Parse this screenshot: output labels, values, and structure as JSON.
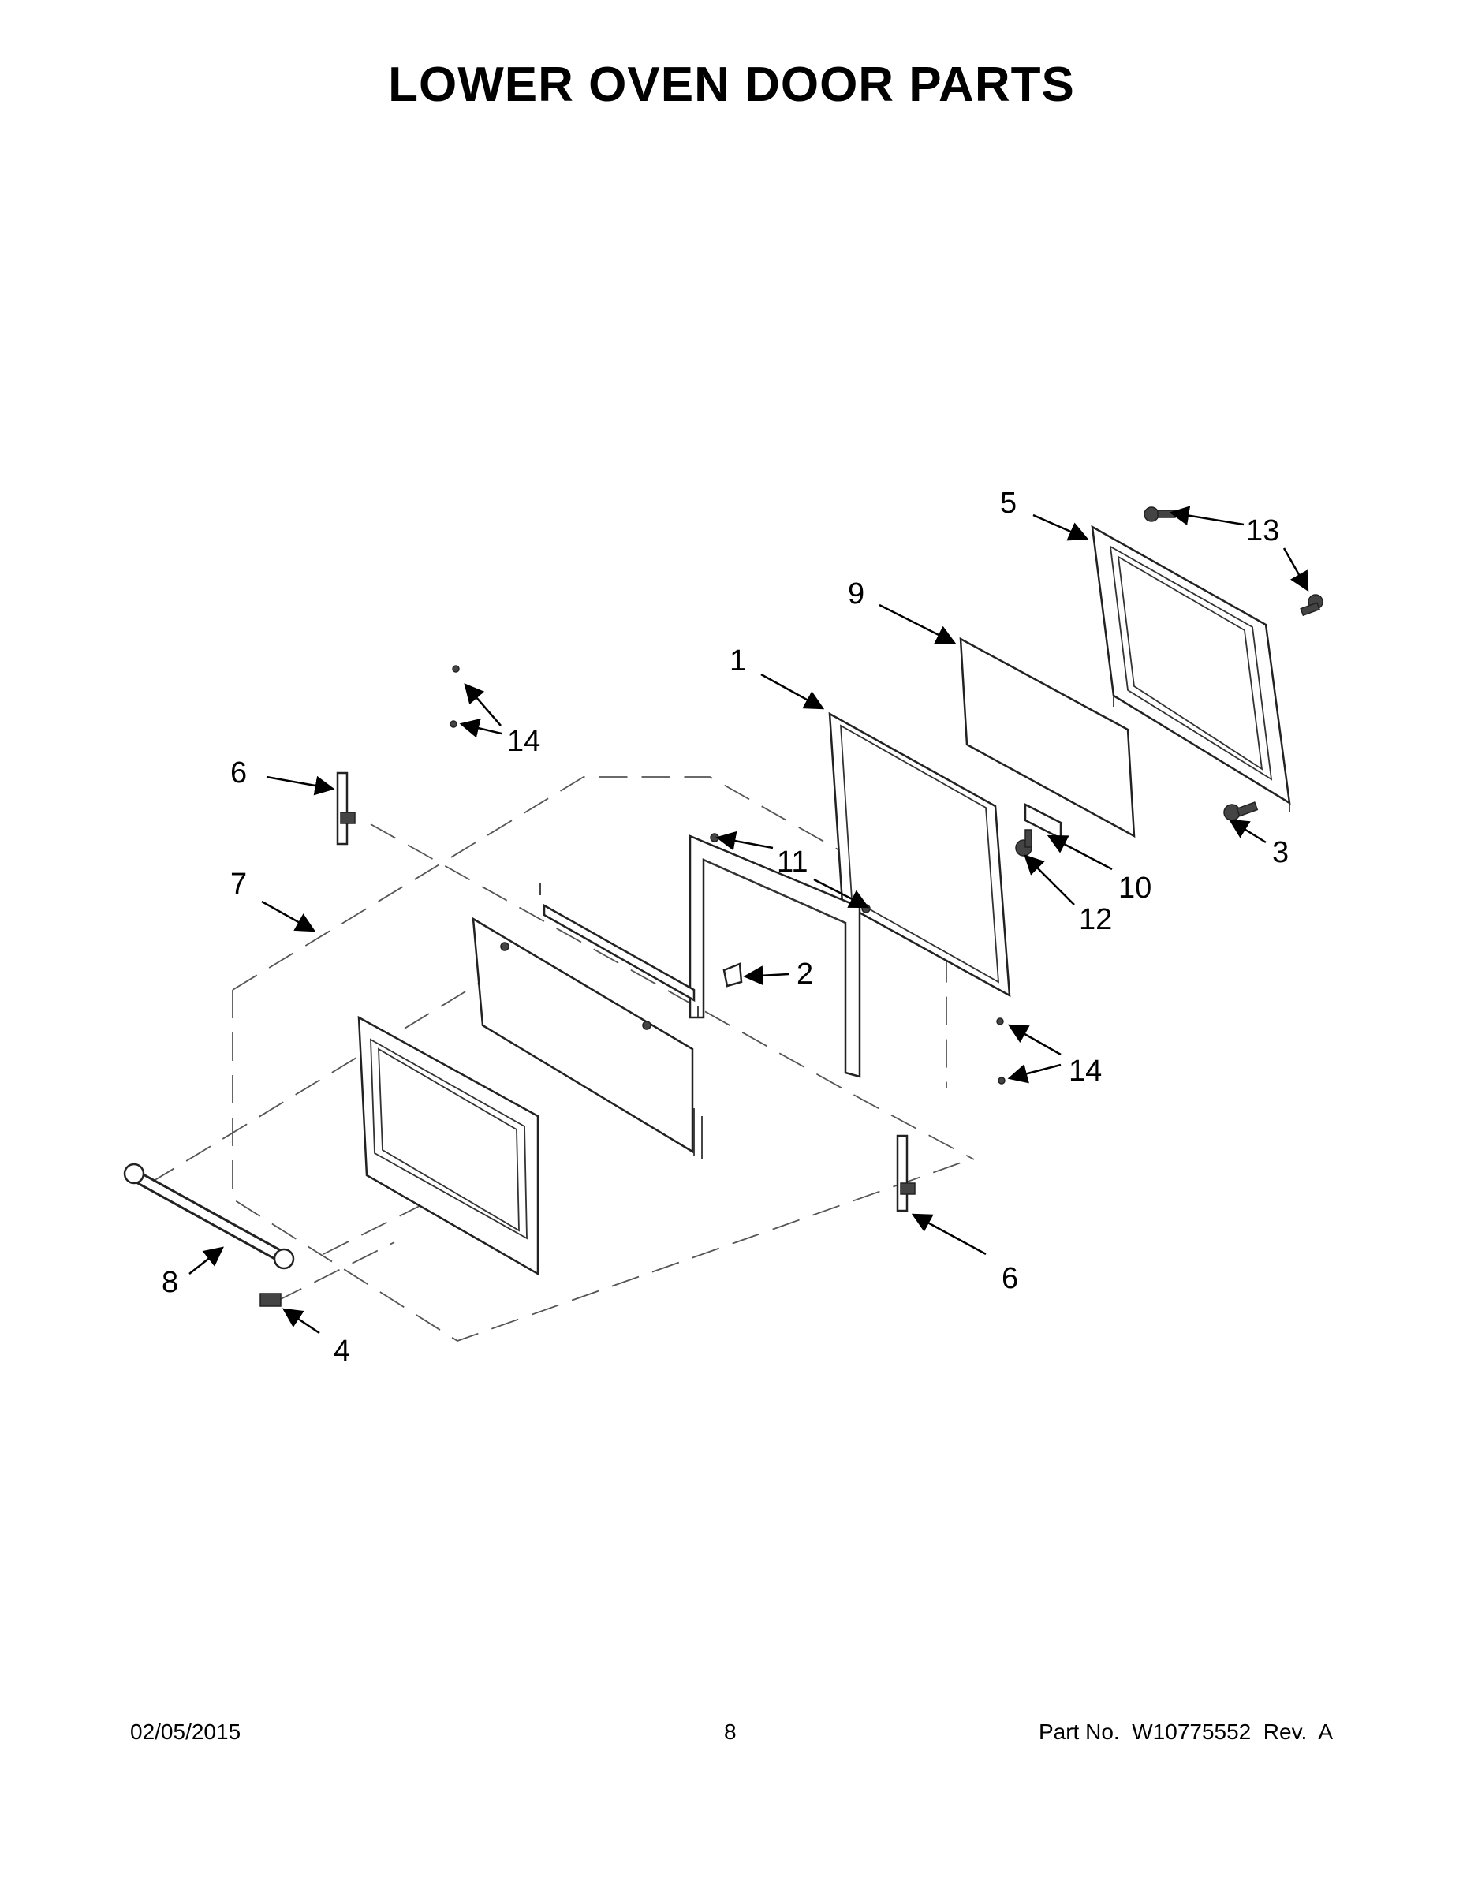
{
  "title": "LOWER OVEN DOOR PARTS",
  "callouts": {
    "c1": "1",
    "c2": "2",
    "c3": "3",
    "c4": "4",
    "c5": "5",
    "c6a": "6",
    "c6b": "6",
    "c7": "7",
    "c8": "8",
    "c9": "9",
    "c10": "10",
    "c11": "11",
    "c12": "12",
    "c13": "13",
    "c14a": "14",
    "c14b": "14"
  },
  "footer": {
    "date": "02/05/2015",
    "page": "8",
    "part_no": "Part No.  W10775552  Rev.  A"
  }
}
